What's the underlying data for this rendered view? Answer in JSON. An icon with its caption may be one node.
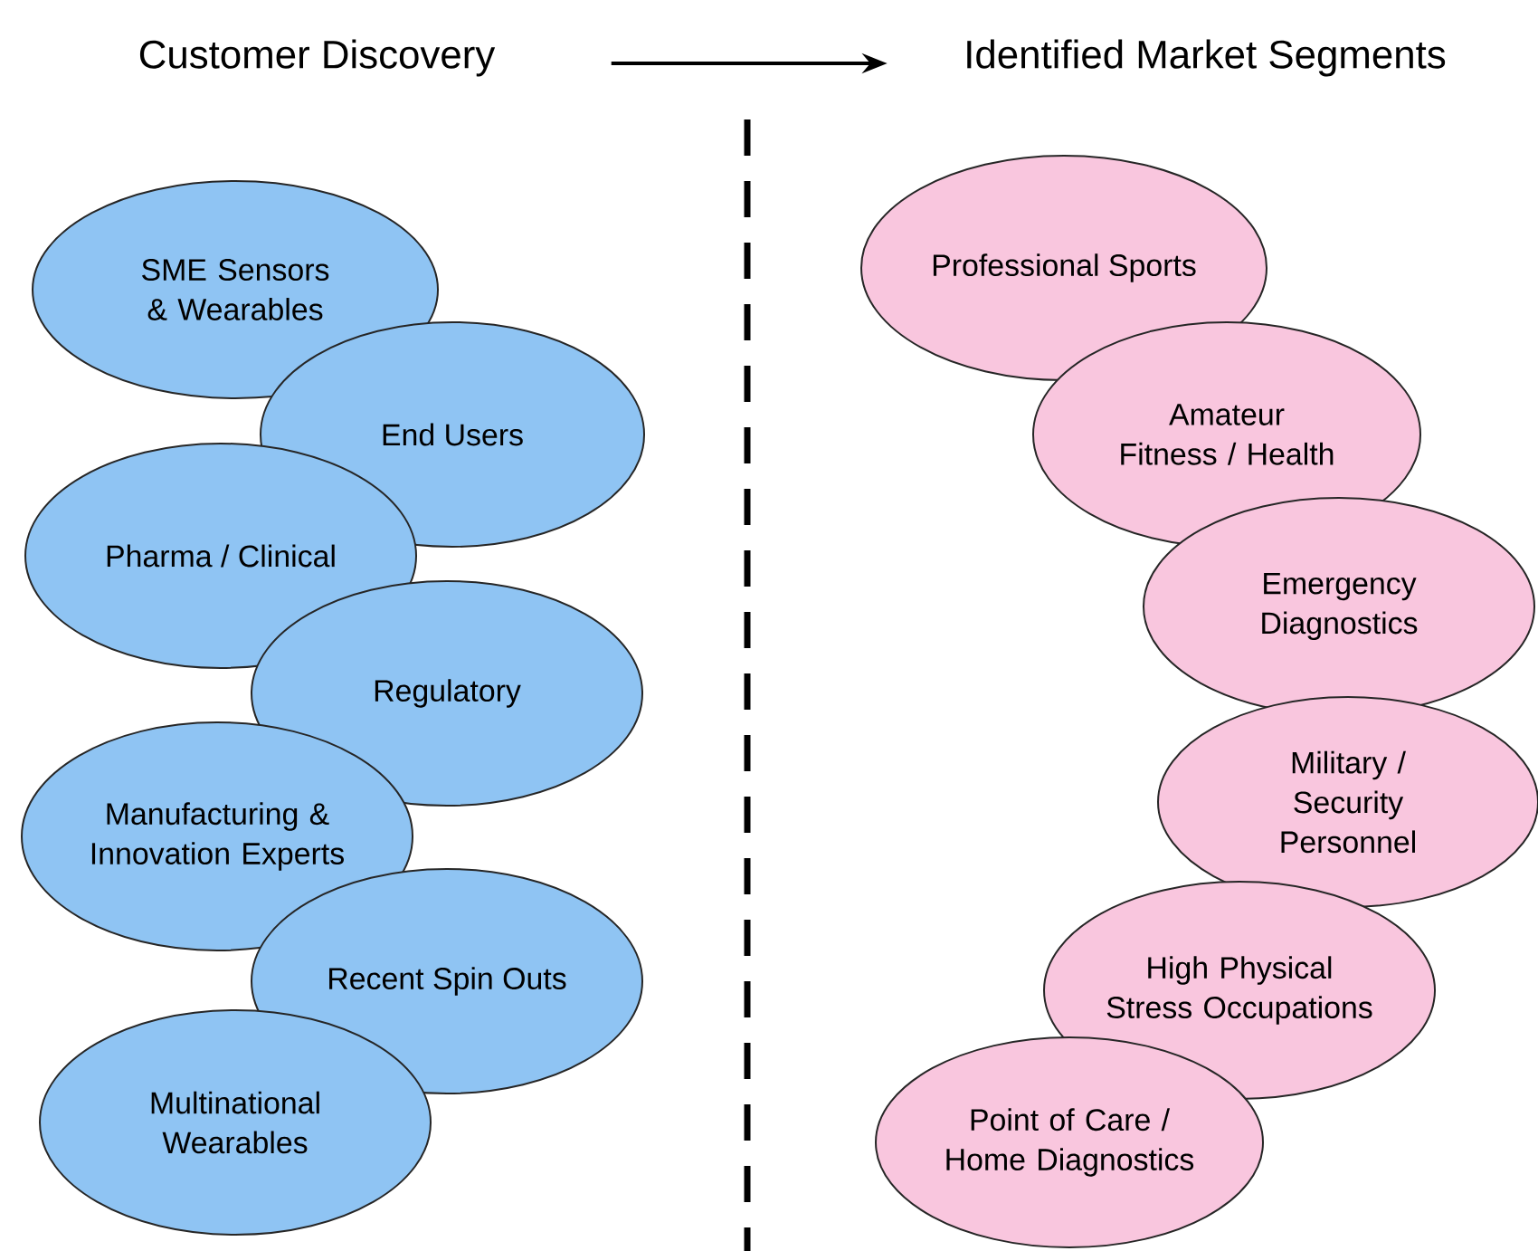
{
  "diagram": {
    "nodes": [
      {
        "text": [
          "Customer Discovery"
        ]
      },
      {
        "text": [
          "Identified Market Segments"
        ]
      },
      {
        "text": [
          "SME Sensors & Wearables"
        ]
      },
      {
        "text": [
          "End Users"
        ]
      },
      {
        "text": [
          "Pharma / Clinical"
        ]
      },
      {
        "text": [
          "Regulatory"
        ]
      },
      {
        "text": [
          "Manufacturing & Innovation Experts"
        ]
      },
      {
        "text": [
          "Recent Spin Outs"
        ]
      },
      {
        "text": [
          "Multinational Wearables"
        ]
      },
      {
        "text": [
          "Professional Sports"
        ]
      },
      {
        "text": [
          "Amateur Fitness / Health"
        ]
      },
      {
        "text": [
          "Emergency Diagnostics"
        ]
      },
      {
        "text": [
          "Military / Security Personnel"
        ]
      },
      {
        "text": [
          "High Physical Stress Occupations"
        ]
      },
      {
        "text": [
          "Point of Care / Home Diagnostics"
        ]
      }
    ],
    "edges": [
      {
        "from": 0,
        "to": 1,
        "arrow": "to"
      }
    ]
  }
}
